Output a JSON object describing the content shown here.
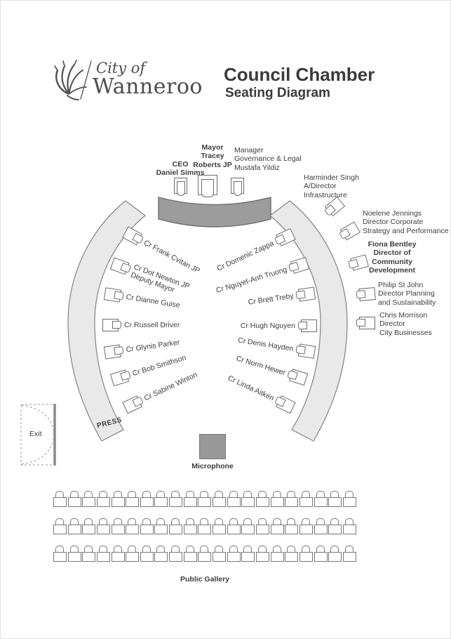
{
  "header": {
    "logo_top": "City of",
    "logo_name": "Wanneroo",
    "title": "Council Chamber",
    "subtitle": "Seating Diagram"
  },
  "head_table": {
    "ceo": "CEO\nDaniel Simms",
    "mayor": "Mayor\nTracey\nRoberts JP",
    "manager": "Manager\nGovernance & Legal\nMustafa Yildiz"
  },
  "councillors_left": [
    "Cr Frank Cvitan JP",
    "Cr Dot Newton JP\nDeputy Mayor",
    "Cr Dianne Guise",
    "Cr Russell Driver",
    "Cr Glynis Parker",
    "Cr Bob Smithson",
    "Cr Sabine Winton"
  ],
  "councillors_right": [
    "Cr Domenic Zappa",
    "Cr Nguyet-Anh Truong",
    "Cr Brett Treby",
    "Cr Hugh Nguyen",
    "Cr Denis Hayden",
    "Cr Norm Hewer",
    "Cr Linda Aitken"
  ],
  "directors": [
    "Harminder Singh\nA/Director\nInfrastructure",
    "Noelene Jennings\nDirector Corporate\nStrategy and Performance",
    "Fiona Bentley\nDirector of\nCommunity\nDevelopment",
    "Philip St John\nDirector Planning\nand Sustainability",
    "Chris Morrison\nDirector\nCity Businesses"
  ],
  "labels": {
    "press": "PRESS",
    "exit": "Exit",
    "microphone": "Microphone",
    "public_gallery": "Public Gallery"
  },
  "gallery": {
    "rows": 3,
    "seats_per_row": 21
  },
  "colors": {
    "desk_fill": "#9c9c9c",
    "desk_stroke": "#6e6e6e",
    "arc_fill": "#e9e9e9",
    "arc_stroke": "#828282",
    "mic_fill": "#999999",
    "text": "#3d3d3d"
  }
}
